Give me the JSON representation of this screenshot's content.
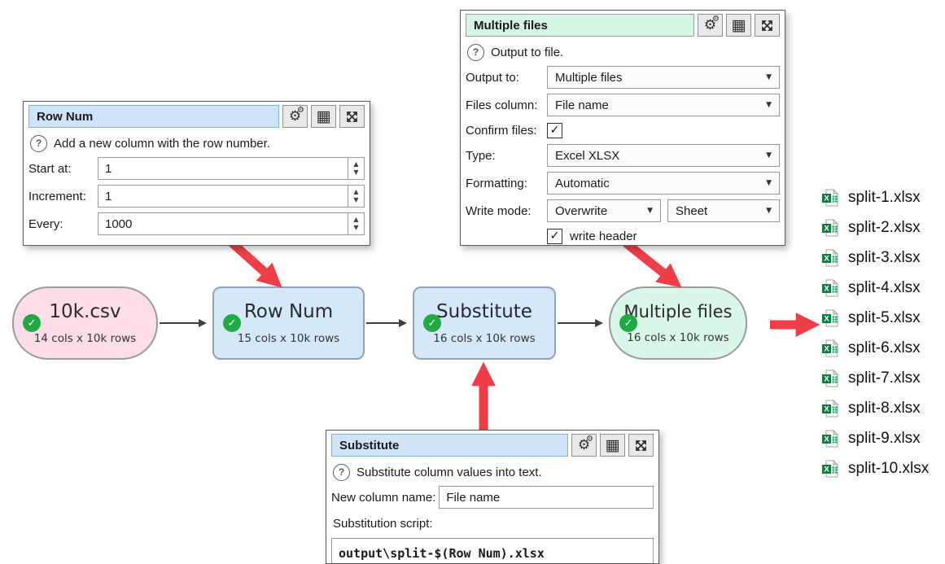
{
  "panels": {
    "row_num": {
      "title": "Row Num",
      "help_text": "Add a new column with the row number.",
      "fields": [
        {
          "label": "Start at:",
          "value": "1"
        },
        {
          "label": "Increment:",
          "value": "1"
        },
        {
          "label": "Every:",
          "value": "1000"
        }
      ]
    },
    "multiple_files": {
      "title": "Multiple files",
      "help_text": "Output to file.",
      "output_to": {
        "label": "Output to:",
        "value": "Multiple files"
      },
      "files_column": {
        "label": "Files column:",
        "value": "File name"
      },
      "confirm_files": {
        "label": "Confirm files:",
        "checked": true
      },
      "type": {
        "label": "Type:",
        "value": "Excel XLSX"
      },
      "formatting": {
        "label": "Formatting:",
        "value": "Automatic"
      },
      "write_mode": {
        "label": "Write mode:",
        "value": "Overwrite",
        "value2": "Sheet"
      },
      "write_header": {
        "label": "write header",
        "checked": true
      }
    },
    "substitute": {
      "title": "Substitute",
      "help_text": "Substitute column values into text.",
      "new_column_label": "New column name:",
      "new_column_value": "File name",
      "script_label": "Substitution script:",
      "script_value": "output\\split-$(Row Num).xlsx"
    }
  },
  "flow": {
    "nodes": [
      {
        "title": "10k.csv",
        "subtitle": "14 cols x 10k rows",
        "color": "#fcdde9",
        "shape": "stadium"
      },
      {
        "title": "Row Num",
        "subtitle": "15 cols x 10k rows",
        "color": "#d5e8fa",
        "shape": "rounded-rect"
      },
      {
        "title": "Substitute",
        "subtitle": "16 cols x 10k rows",
        "color": "#d5e8fa",
        "shape": "rounded-rect"
      },
      {
        "title": "Multiple files",
        "subtitle": "16 cols x 10k rows",
        "color": "#d9f8e7",
        "shape": "stadium"
      }
    ]
  },
  "files": {
    "items": [
      "split-1.xlsx",
      "split-2.xlsx",
      "split-3.xlsx",
      "split-4.xlsx",
      "split-5.xlsx",
      "split-6.xlsx",
      "split-7.xlsx",
      "split-8.xlsx",
      "split-9.xlsx",
      "split-10.xlsx"
    ]
  },
  "icons": {
    "help": "?",
    "check": "✓",
    "node_check": "✓",
    "dropdown_arrow": "▼",
    "spin_up": "▲",
    "spin_down": "▼",
    "gears": "⚙",
    "table": "▦"
  },
  "colors": {
    "titlebar_blue": "#cfe4f8",
    "titlebar_green": "#d5f6e3",
    "node_pink": "#fcdde9",
    "node_blue": "#d5e8fa",
    "node_green": "#d9f8e7",
    "check_green": "#1fab42",
    "annotation_red": "#f03e48",
    "connector_dark": "#3f3f3f",
    "excel_green": "#107c41"
  }
}
